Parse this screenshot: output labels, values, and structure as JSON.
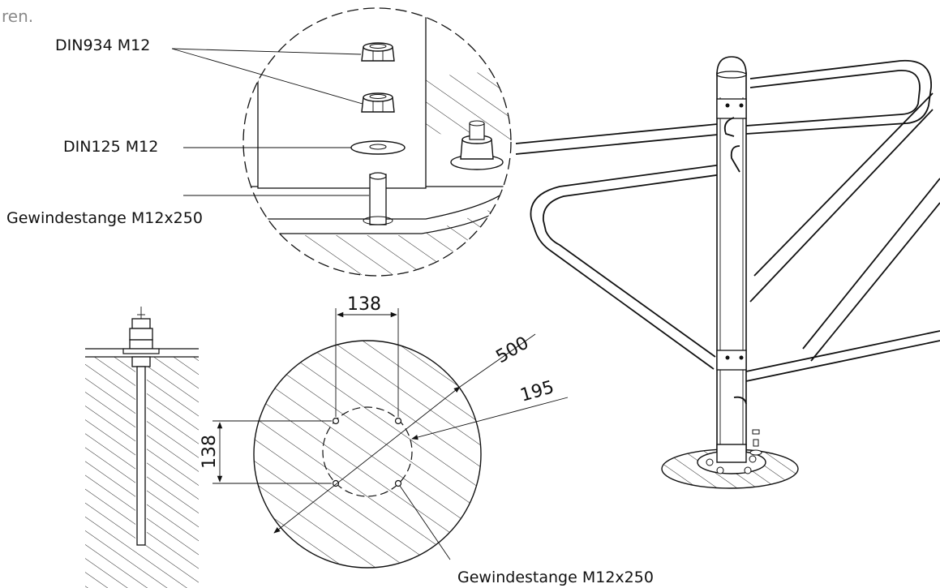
{
  "header_fragment": "ren.",
  "labels": {
    "nut": "DIN934 M12",
    "washer": "DIN125 M12",
    "rod_top": "Gewindestange M12x250",
    "rod_bottom": "Gewindestange M12x250"
  },
  "dimensions": {
    "hole_spacing_x": "138",
    "hole_spacing_y": "138",
    "foundation_diameter": "500",
    "plate_diameter": "195"
  }
}
